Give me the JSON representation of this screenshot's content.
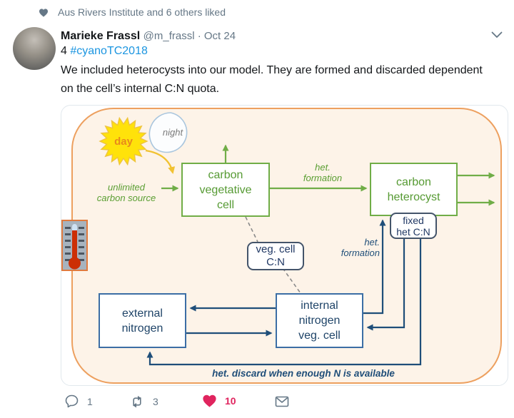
{
  "header": {
    "liked_text": "Aus Rivers Institute and 6 others liked"
  },
  "tweet": {
    "author": "Marieke Frassl",
    "handle": "@m_frassl",
    "dot": "·",
    "date": "Oct 24",
    "thread_number": "4",
    "hashtag": "#cyanoTC2018",
    "body": "We included heterocysts into our model. They are formed and discarded dependent on the cell’s internal C:N quota."
  },
  "diagram": {
    "labels": {
      "day": "day",
      "night": "night",
      "unlimited_carbon_source": {
        "lines": [
          "unlimited",
          "carbon source"
        ]
      },
      "het_formation_green": {
        "lines": [
          "het.",
          "formation"
        ]
      },
      "het_formation_blue": {
        "lines": [
          "het.",
          "formation"
        ]
      },
      "het_discard": "het. discard when enough N is available"
    },
    "boxes": {
      "carbon_vegetative_cell": {
        "lines": [
          "carbon",
          "vegetative",
          "cell"
        ]
      },
      "carbon_heterocyst": {
        "lines": [
          "carbon",
          "heterocyst"
        ]
      },
      "fixed_het_cn": {
        "lines": [
          "fixed",
          "het C:N"
        ]
      },
      "veg_cell_cn": {
        "lines": [
          "veg. cell",
          "C:N"
        ]
      },
      "external_nitrogen": {
        "lines": [
          "external",
          "nitrogen"
        ]
      },
      "internal_nitrogen_veg_cell": {
        "lines": [
          "internal",
          "nitrogen",
          "veg. cell"
        ]
      }
    },
    "colors": {
      "green": "#70ad47",
      "navy": "#1f4e79",
      "box_blue": "#3c6ea5",
      "slate": "#44546a",
      "border_orange": "#eda05f",
      "bg_cream": "#fdf3e8",
      "sun_yellow": "#ffe20a",
      "day_orange": "#e8891c"
    },
    "icons": {
      "sun": "sun-icon",
      "moon": "moon-icon",
      "thermometer": "thermometer-icon"
    }
  },
  "actions": {
    "reply_count": "1",
    "retweet_count": "3",
    "like_count": "10"
  },
  "ui_colors": {
    "link_blue": "#1b95e0",
    "like_red": "#e0245e",
    "muted": "#657786",
    "text": "#14171a"
  }
}
